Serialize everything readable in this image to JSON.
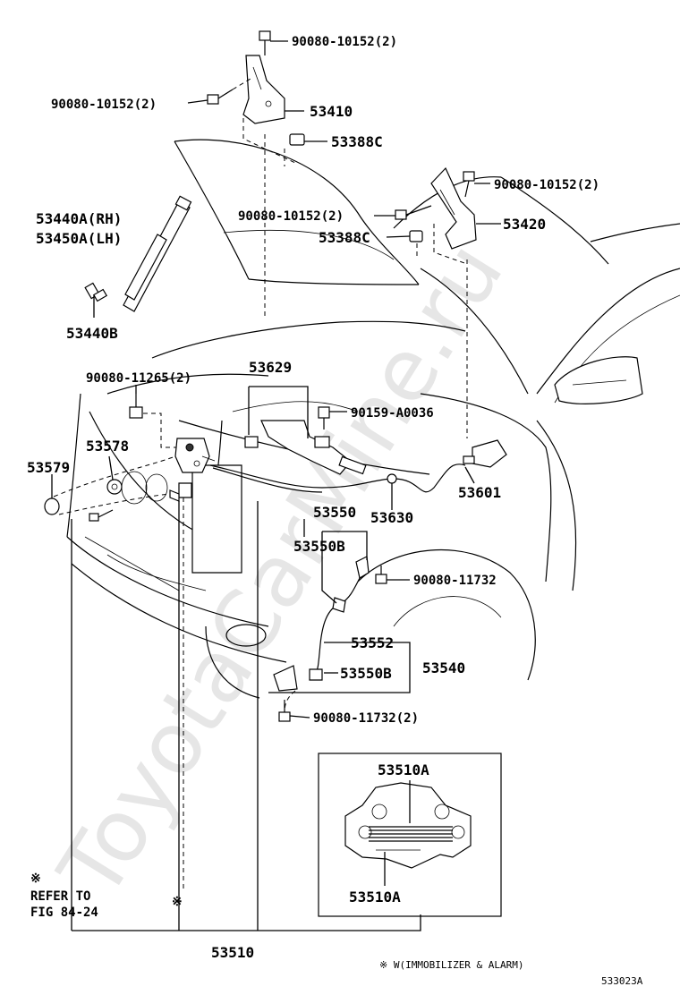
{
  "watermark": "ToyotaCarMine.ru",
  "figure_code": "533023A",
  "labels": {
    "bolt_top": "90080-10152(2)",
    "bolt_left": "90080-10152(2)",
    "hinge_rh": "53410",
    "cushion_top": "53388C",
    "bolt_right": "90080-10152(2)",
    "bolt_center": "90080-10152(2)",
    "hinge_lh": "53420",
    "cushion_mid": "53388C",
    "strut_rh": "53440A(RH)",
    "strut_lh": "53450A(LH)",
    "strut_bracket": "53440B",
    "bolt_lock": "90080-11265(2)",
    "cable_guide": "53629",
    "clip_bolt": "90159-A0036",
    "lock_support": "53578",
    "grommet": "53579",
    "release_lever": "53601",
    "cable_set": "53550",
    "release_cable": "53630",
    "clamp_top": "53550B",
    "bolt_clamp": "90080-11732",
    "cable_sub": "53552",
    "lock_cable": "53540",
    "clamp_bottom": "53550B",
    "bolt_bottom": "90080-11732(2)",
    "caution_top": "53510A",
    "caution_bottom": "53510A",
    "hood_lock": "53510"
  },
  "notes": {
    "mark": "※",
    "refer_line1": "REFER TO",
    "refer_line2": "FIG 84-24",
    "footnote": "※ W(IMMOBILIZER & ALARM)"
  }
}
